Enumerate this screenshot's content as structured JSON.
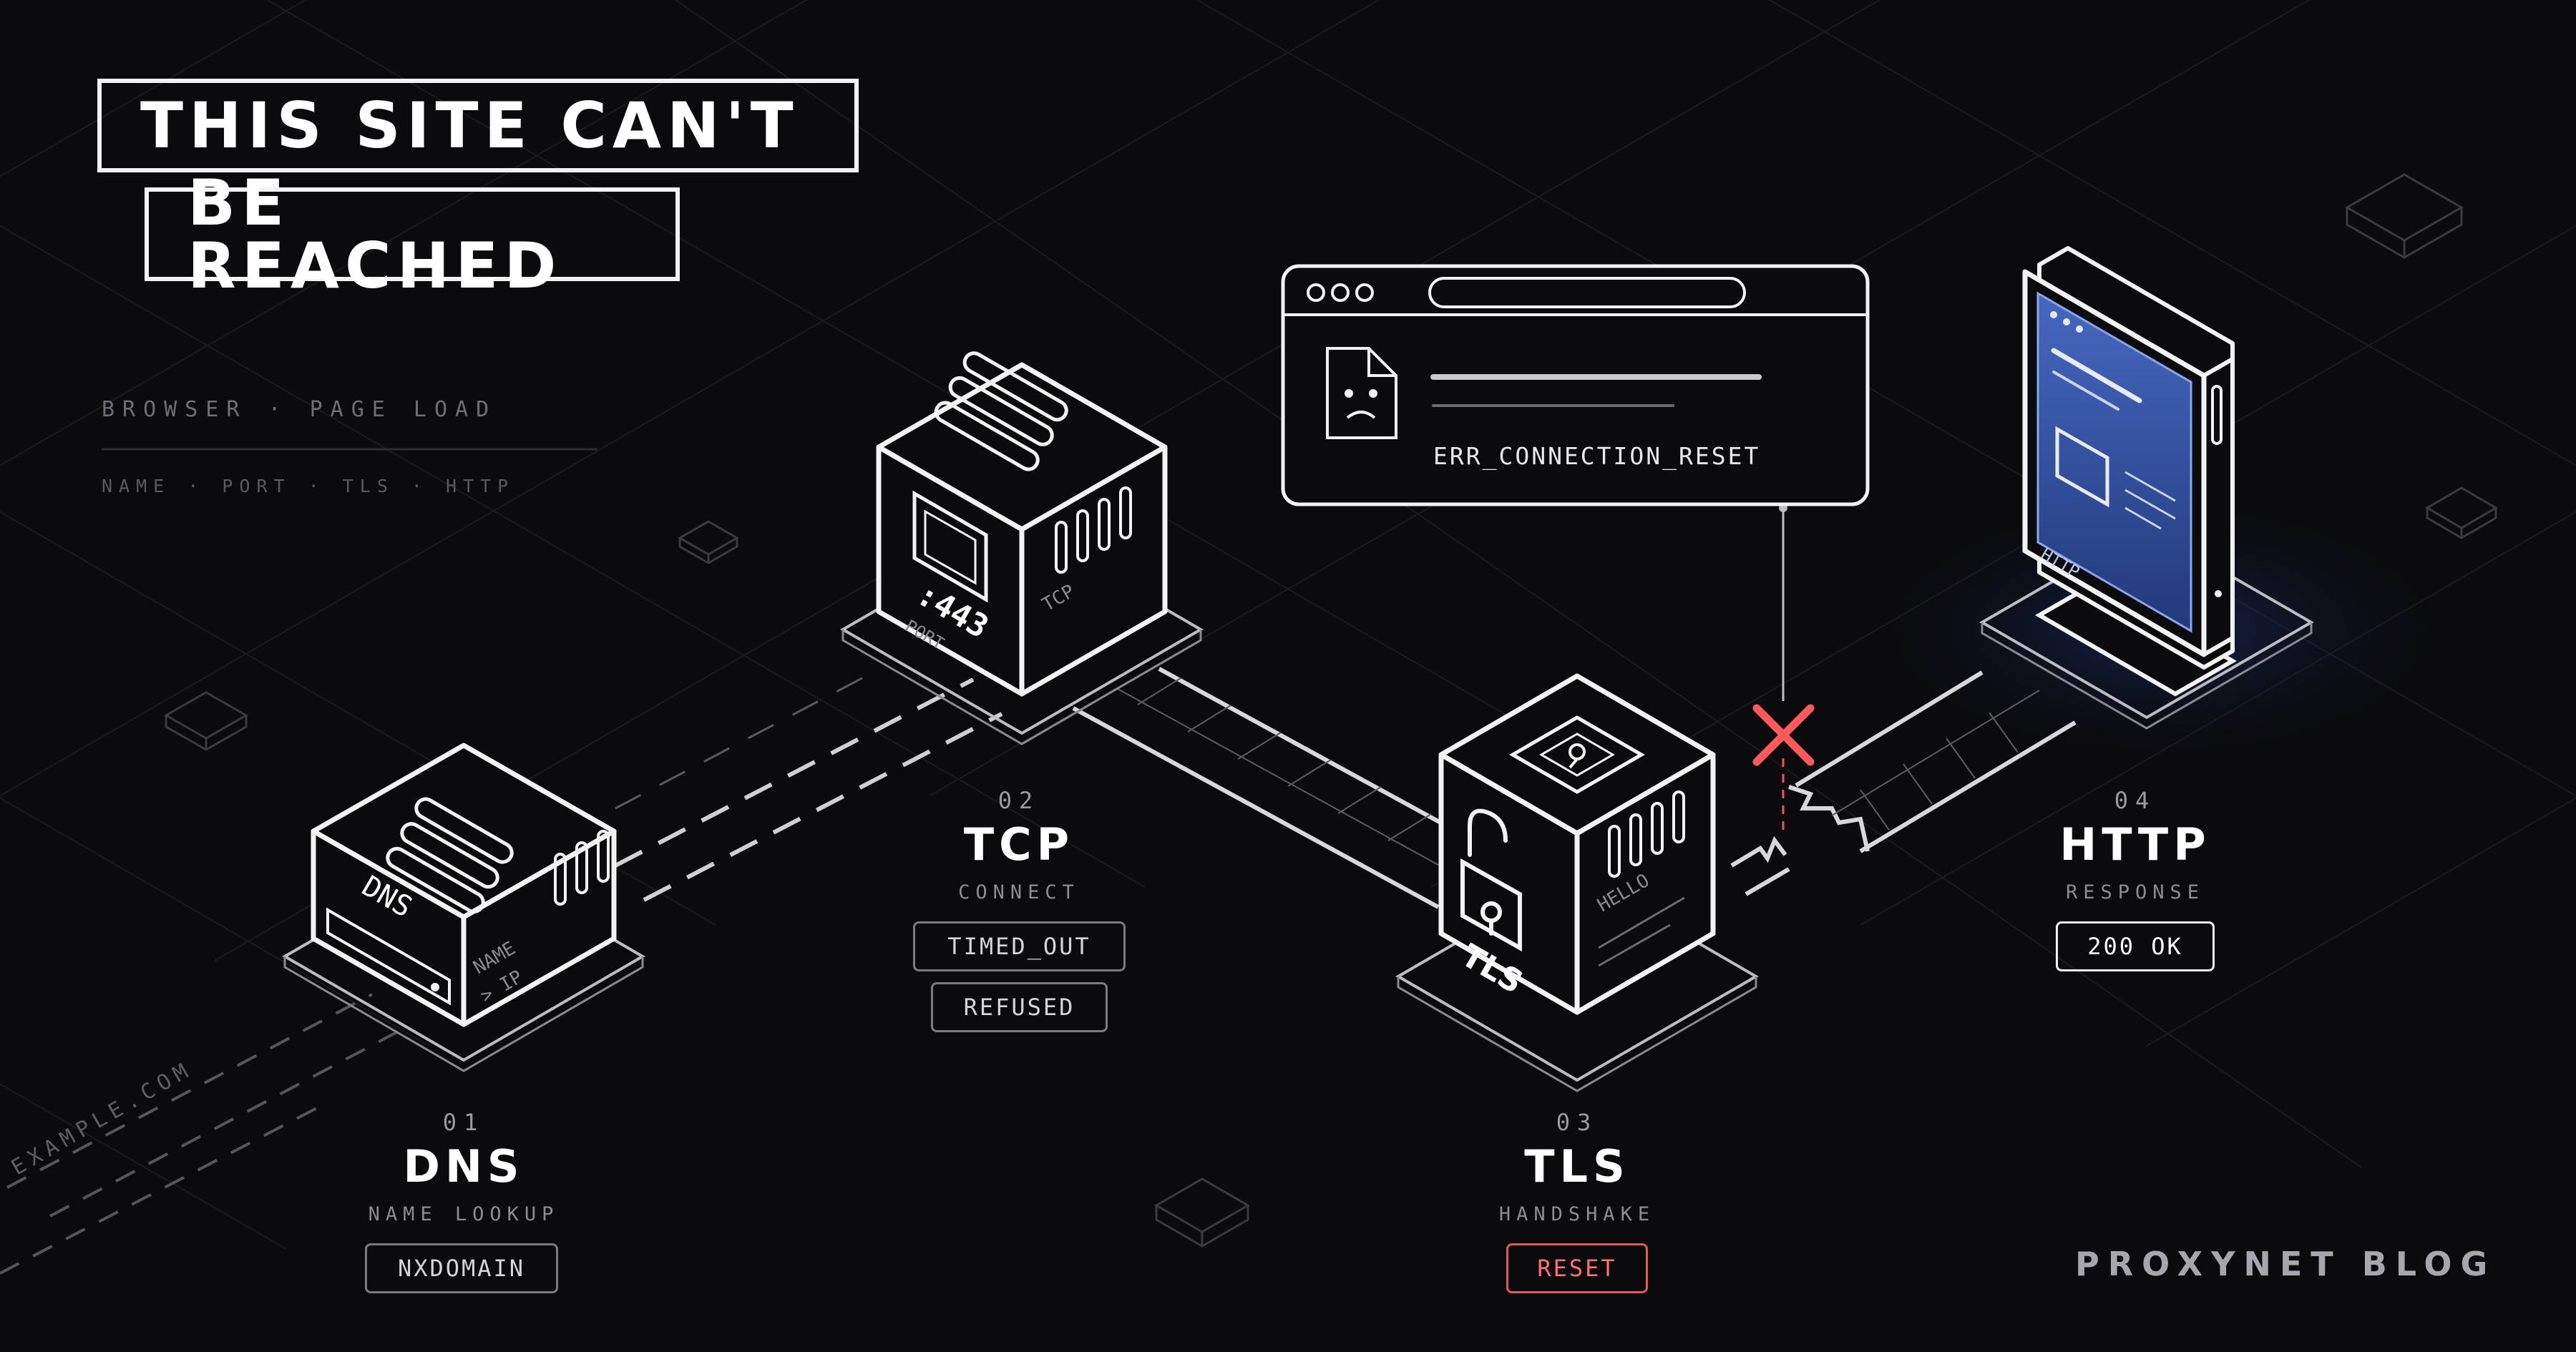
{
  "headline": {
    "line1": "THIS SITE CAN'T",
    "line2": "BE REACHED"
  },
  "kicker": {
    "title": "BROWSER · PAGE LOAD",
    "subtitle": "NAME · PORT · TLS · HTTP"
  },
  "domain_text": "EXAMPLE.COM",
  "steps": [
    {
      "num": "01",
      "name": "DNS",
      "desc": "NAME LOOKUP",
      "badges": [
        "NXDOMAIN"
      ],
      "cube_face": "DNS",
      "cube_side": [
        "NAME",
        "> IP"
      ]
    },
    {
      "num": "02",
      "name": "TCP",
      "desc": "CONNECT",
      "badges": [
        "TIMED_OUT",
        "REFUSED"
      ],
      "cube_face": ":443",
      "cube_face_sub": "PORT",
      "cube_side": [
        "TCP"
      ]
    },
    {
      "num": "03",
      "name": "TLS",
      "desc": "HANDSHAKE",
      "badges": [
        "RESET"
      ],
      "cube_face": "TLS",
      "cube_side": [
        "HELLO"
      ]
    },
    {
      "num": "04",
      "name": "HTTP",
      "desc": "RESPONSE",
      "badges": [
        "200 OK"
      ],
      "cube_side": [
        "HTTP"
      ]
    }
  ],
  "error_popup": {
    "message": "ERR_CONNECTION_RESET"
  },
  "brand": "PROXYNET BLOG",
  "colors": {
    "background": "#0b0b0d",
    "line": "#f2f2f2",
    "error": "#e05a5a",
    "screen": "#2f4f9a"
  }
}
